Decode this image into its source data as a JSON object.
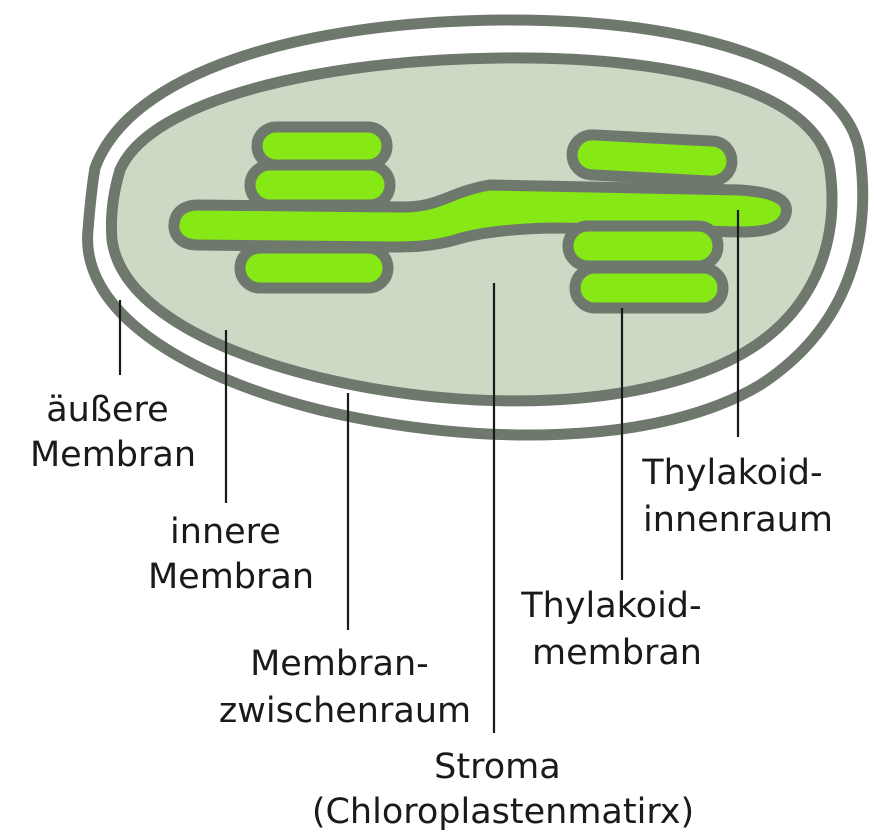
{
  "colors": {
    "membrane_outline": "#6f786d",
    "intermembrane_space": "#ffffff",
    "stroma": "#ccd9c5",
    "thylakoid": "#86e815",
    "text": "#1a1a1a"
  },
  "labels": {
    "outer_membrane": [
      "äußere",
      "Membran"
    ],
    "inner_membrane": [
      "innere",
      "Membran"
    ],
    "intermembrane_space": [
      "Membran-",
      "zwischenraum"
    ],
    "stroma": [
      "Stroma",
      "(Chloroplastenmatirx)"
    ],
    "thylakoid_membrane": [
      "Thylakoid-",
      "membran"
    ],
    "thylakoid_lumen": [
      "Thylakoid-",
      "innenraum"
    ]
  }
}
